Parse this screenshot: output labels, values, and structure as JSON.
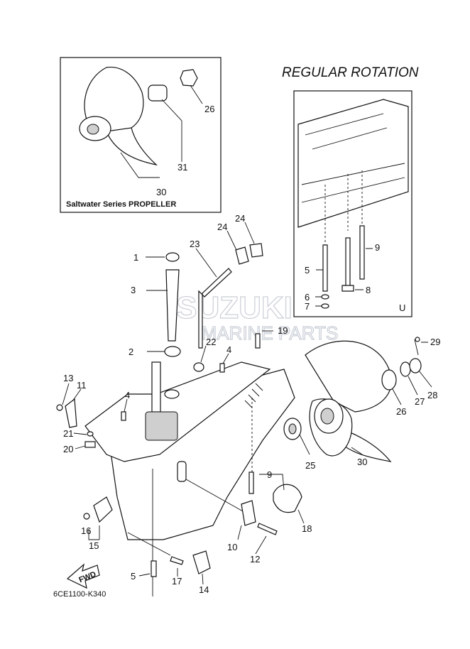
{
  "diagram_code": "6CE1100-K340",
  "inset_right": {
    "title": "REGULAR ROTATION",
    "corner_label": "U",
    "callouts": [
      "5",
      "6",
      "7",
      "8",
      "9"
    ]
  },
  "inset_left": {
    "caption": "Saltwater Series PROPELLER",
    "callouts": [
      "26",
      "30",
      "31"
    ]
  },
  "watermark": {
    "brand": "SUZUKI",
    "subtitle": "MARINE PARTS"
  },
  "fwd_arrow": "FWD",
  "callouts": [
    "1",
    "2",
    "3",
    "4",
    "4",
    "5",
    "9",
    "10",
    "11",
    "12",
    "13",
    "14",
    "15",
    "16",
    "17",
    "18",
    "19",
    "20",
    "21",
    "22",
    "23",
    "24",
    "24",
    "25",
    "26",
    "27",
    "28",
    "29",
    "30"
  ]
}
